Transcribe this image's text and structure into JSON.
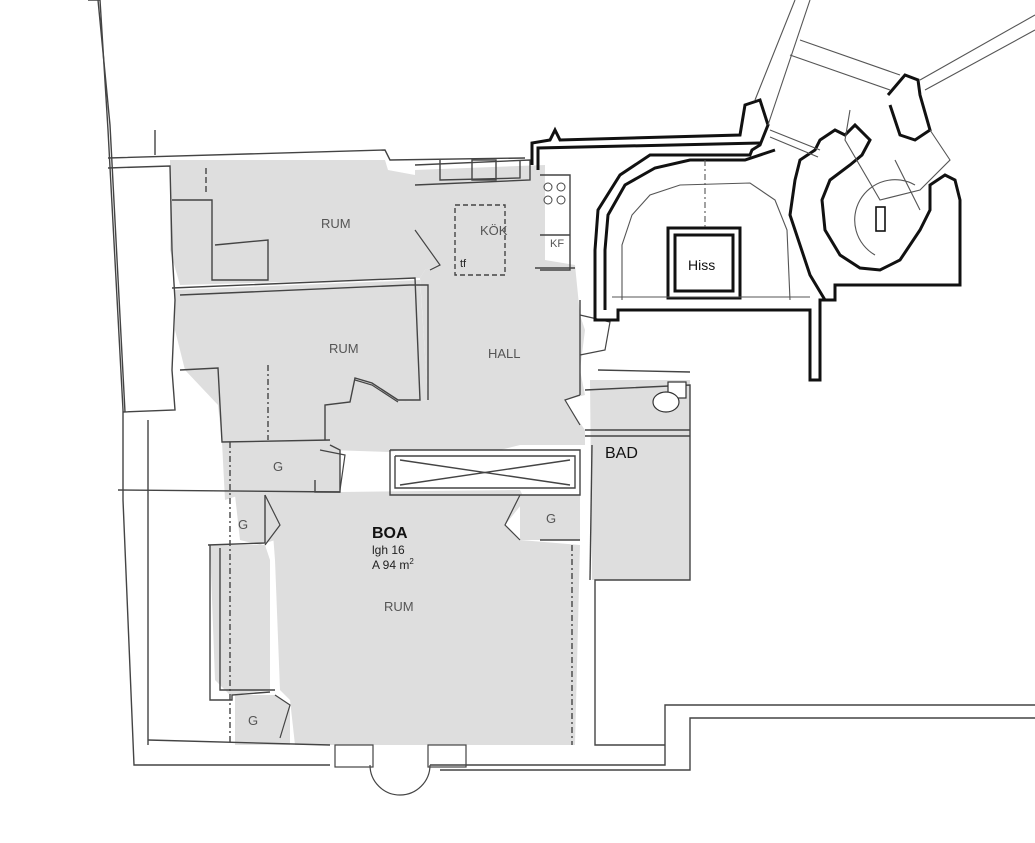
{
  "floorplan": {
    "rooms": {
      "rum_top": "RUM",
      "rum_mid": "RUM",
      "rum_bottom": "RUM",
      "kok": "KÖK",
      "kf": "KF",
      "tf": "tf",
      "hall": "HALL",
      "bad": "BAD",
      "hiss": "Hiss"
    },
    "closets": {
      "g1": "G",
      "g2": "G",
      "g3": "G",
      "g4": "G"
    },
    "apartment": {
      "title": "BOA",
      "number": "lgh 16",
      "area": "A 94 m",
      "area_sup": "2"
    }
  }
}
